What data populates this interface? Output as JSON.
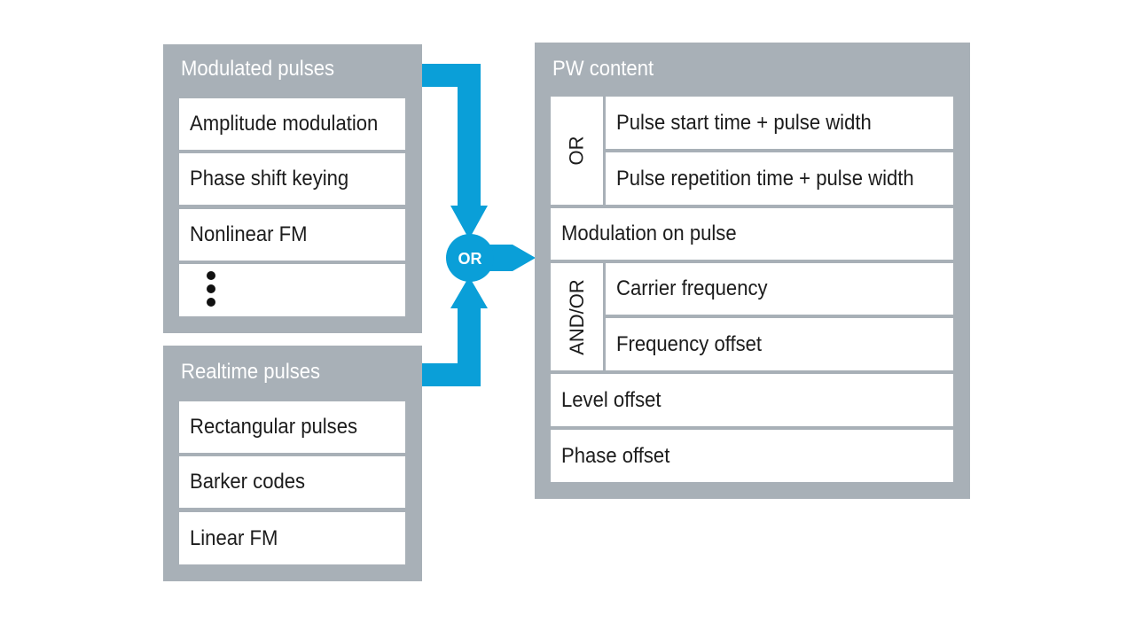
{
  "modulated": {
    "title": "Modulated pulses",
    "items": [
      "Amplitude modulation",
      "Phase shift keying",
      "Nonlinear FM"
    ]
  },
  "realtime": {
    "title": "Realtime pulses",
    "items": [
      "Rectangular pulses",
      "Barker codes",
      "Linear FM"
    ]
  },
  "connector": {
    "label": "OR",
    "color": "#0a9fd8"
  },
  "pw": {
    "title": "PW content",
    "or_group": {
      "label": "OR",
      "items": [
        "Pulse start time + pulse width",
        "Pulse repetition time + pulse width"
      ]
    },
    "modulation": "Modulation on pulse",
    "andor_group": {
      "label": "AND/OR",
      "items": [
        "Carrier frequency",
        "Frequency offset"
      ]
    },
    "level": "Level offset",
    "phase": "Phase offset"
  }
}
